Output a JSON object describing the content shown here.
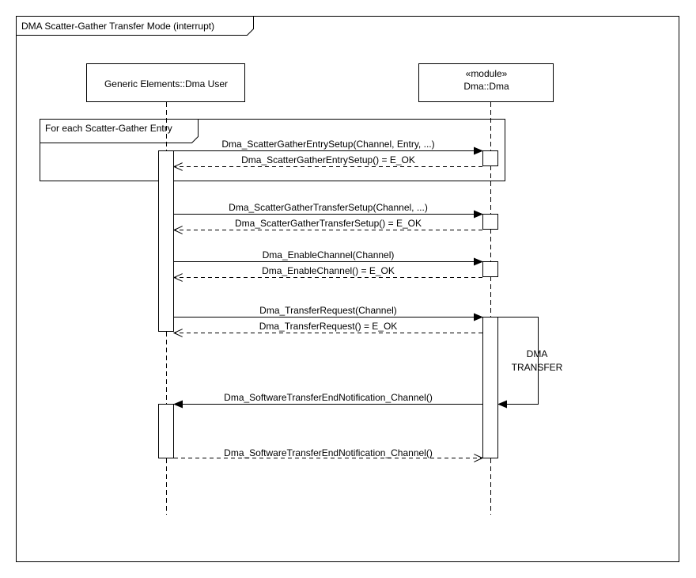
{
  "frame": {
    "title": "DMA Scatter-Gather Transfer Mode (interrupt)"
  },
  "lifelines": {
    "user": {
      "name": "Generic Elements::Dma User"
    },
    "dma": {
      "stereotype": "«module»",
      "name": "Dma::Dma"
    }
  },
  "loop": {
    "label": "For each Scatter-Gather Entry"
  },
  "messages": [
    {
      "label": "Dma_ScatterGatherEntrySetup(Channel, Entry, ...)"
    },
    {
      "label": "Dma_ScatterGatherEntrySetup() = E_OK"
    },
    {
      "label": "Dma_ScatterGatherTransferSetup(Channel, ...)"
    },
    {
      "label": "Dma_ScatterGatherTransferSetup() = E_OK"
    },
    {
      "label": "Dma_EnableChannel(Channel)"
    },
    {
      "label": "Dma_EnableChannel() = E_OK"
    },
    {
      "label": "Dma_TransferRequest(Channel)"
    },
    {
      "label": "Dma_TransferRequest() = E_OK"
    },
    {
      "label": "Dma_SoftwareTransferEndNotification_Channel()"
    },
    {
      "label": "Dma_SoftwareTransferEndNotification_Channel()"
    }
  ],
  "self_message": {
    "line1": "DMA",
    "line2": "TRANSFER"
  }
}
